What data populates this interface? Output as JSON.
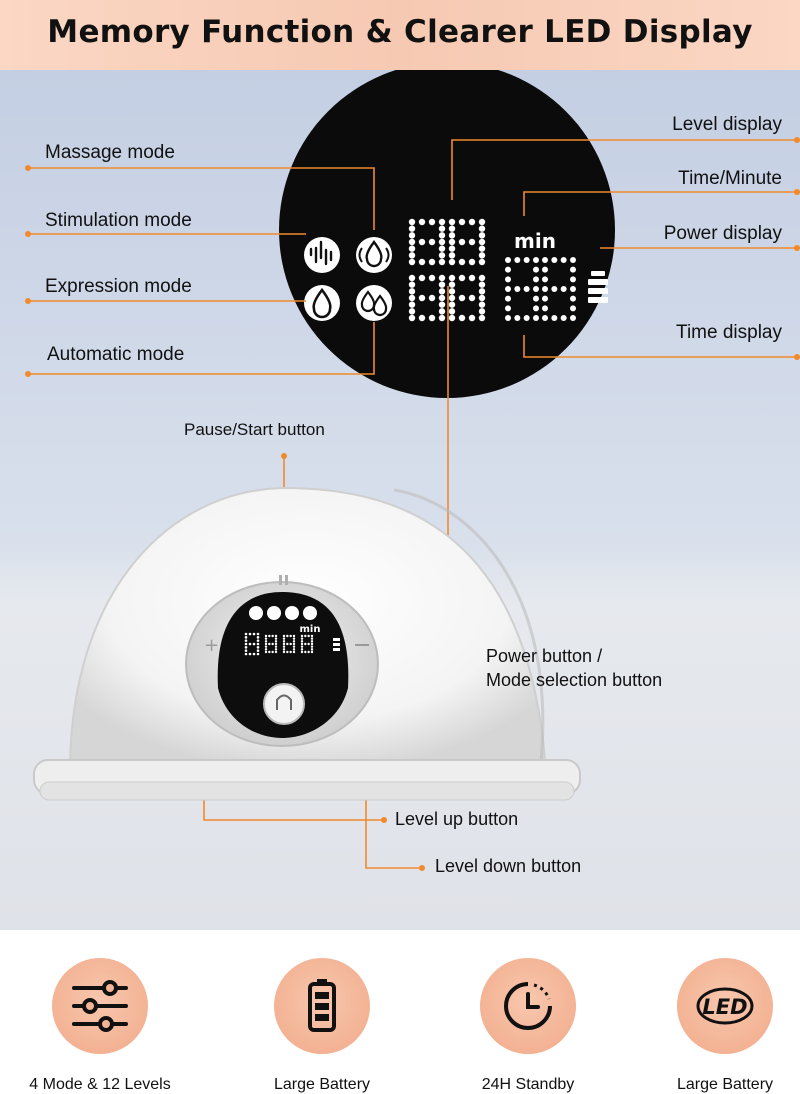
{
  "header": {
    "title": "Memory Function & Clearer LED Display"
  },
  "callouts": {
    "massage_mode": "Massage mode",
    "stimulation_mode": "Stimulation mode",
    "expression_mode": "Expression mode",
    "automatic_mode": "Automatic mode",
    "level_display": "Level display",
    "time_minute": "Time/Minute",
    "power_display": "Power display",
    "time_display": "Time display",
    "pause_start": "Pause/Start button",
    "power_button_line1": "Power button /",
    "power_button_line2": "Mode selection button",
    "level_up": "Level up button",
    "level_down": "Level down button"
  },
  "display": {
    "unit": "min"
  },
  "features": [
    {
      "icon": "sliders-icon",
      "caption": "4 Mode & 12 Levels"
    },
    {
      "icon": "battery-icon",
      "caption": "Large Battery"
    },
    {
      "icon": "clock-icon",
      "caption": "24H Standby"
    },
    {
      "icon": "led-icon",
      "caption": "Large Battery",
      "icon_text": "LED"
    }
  ],
  "colors": {
    "accent": "#f08a2c",
    "header_bg": "#f6c9b2",
    "feature_circle": "#f3b395"
  }
}
